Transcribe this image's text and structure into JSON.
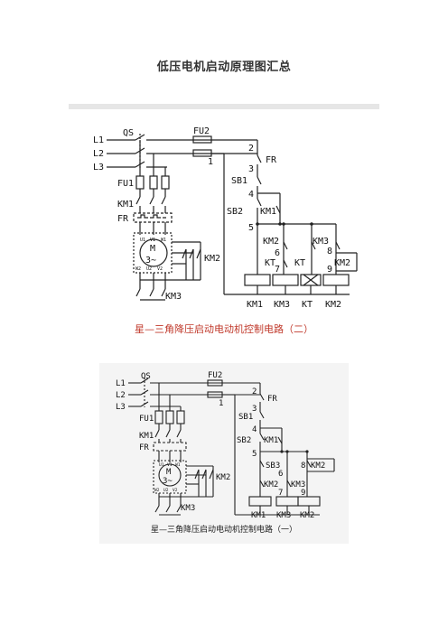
{
  "document": {
    "title": "低压电机启动原理图汇总"
  },
  "diagram_one": {
    "caption": "星—三角降压启动电动机控制电路（二）",
    "labels": {
      "l1": "L1",
      "l2": "L2",
      "l3": "L3",
      "qs": "QS",
      "fu2": "FU2",
      "fu1": "FU1",
      "km1": "KM1",
      "fr": "FR",
      "motor_m": "M",
      "motor_phase": "3~",
      "km2_motor": "KM2",
      "km3_motor": "KM3",
      "n1": "1",
      "n2": "2",
      "n3": "3",
      "n4": "4",
      "n5": "5",
      "n6": "6",
      "n7": "7",
      "n8": "8",
      "n9": "9",
      "fr_ctrl": "FR",
      "sb1": "SB1",
      "sb2": "SB2",
      "km1_aux": "KM1",
      "km2_ctrl": "KM2",
      "km3_ctrl": "KM3",
      "kt_a": "KT",
      "kt_b": "KT",
      "km2_aux": "KM2",
      "coil_km1": "KM1",
      "coil_km3": "KM3",
      "coil_kt": "KT",
      "coil_km2": "KM2",
      "u1": "U1",
      "v1": "V1",
      "w1": "W1",
      "u2": "U2",
      "v2": "V2",
      "w2": "W2"
    }
  },
  "diagram_two": {
    "caption": "星—三角降压启动电动机控制电路（一）",
    "labels": {
      "l1": "L1",
      "l2": "L2",
      "l3": "L3",
      "qs": "QS",
      "fu2": "FU2",
      "fu1": "FU1",
      "km1": "KM1",
      "fr": "FR",
      "motor_m": "M",
      "motor_phase": "3~",
      "km2_motor": "KM2",
      "km3_motor": "KM3",
      "n1": "1",
      "n2": "2",
      "n3": "3",
      "n4": "4",
      "n5": "5",
      "n6": "6",
      "n7": "7",
      "n8": "8",
      "n9": "9",
      "fr_ctrl": "FR",
      "sb1": "SB1",
      "sb2": "SB2",
      "sb3": "SB3",
      "km1_aux": "KM1",
      "km2_aux": "KM2",
      "km2_ctrl": "KM2",
      "km3_ctrl": "KM3",
      "coil_km1": "KM1",
      "coil_km3": "KM3",
      "coil_km2": "KM2",
      "u1": "U1",
      "v1": "V1",
      "w1": "W1",
      "u2": "U2",
      "v2": "V2",
      "w2": "W2"
    }
  }
}
